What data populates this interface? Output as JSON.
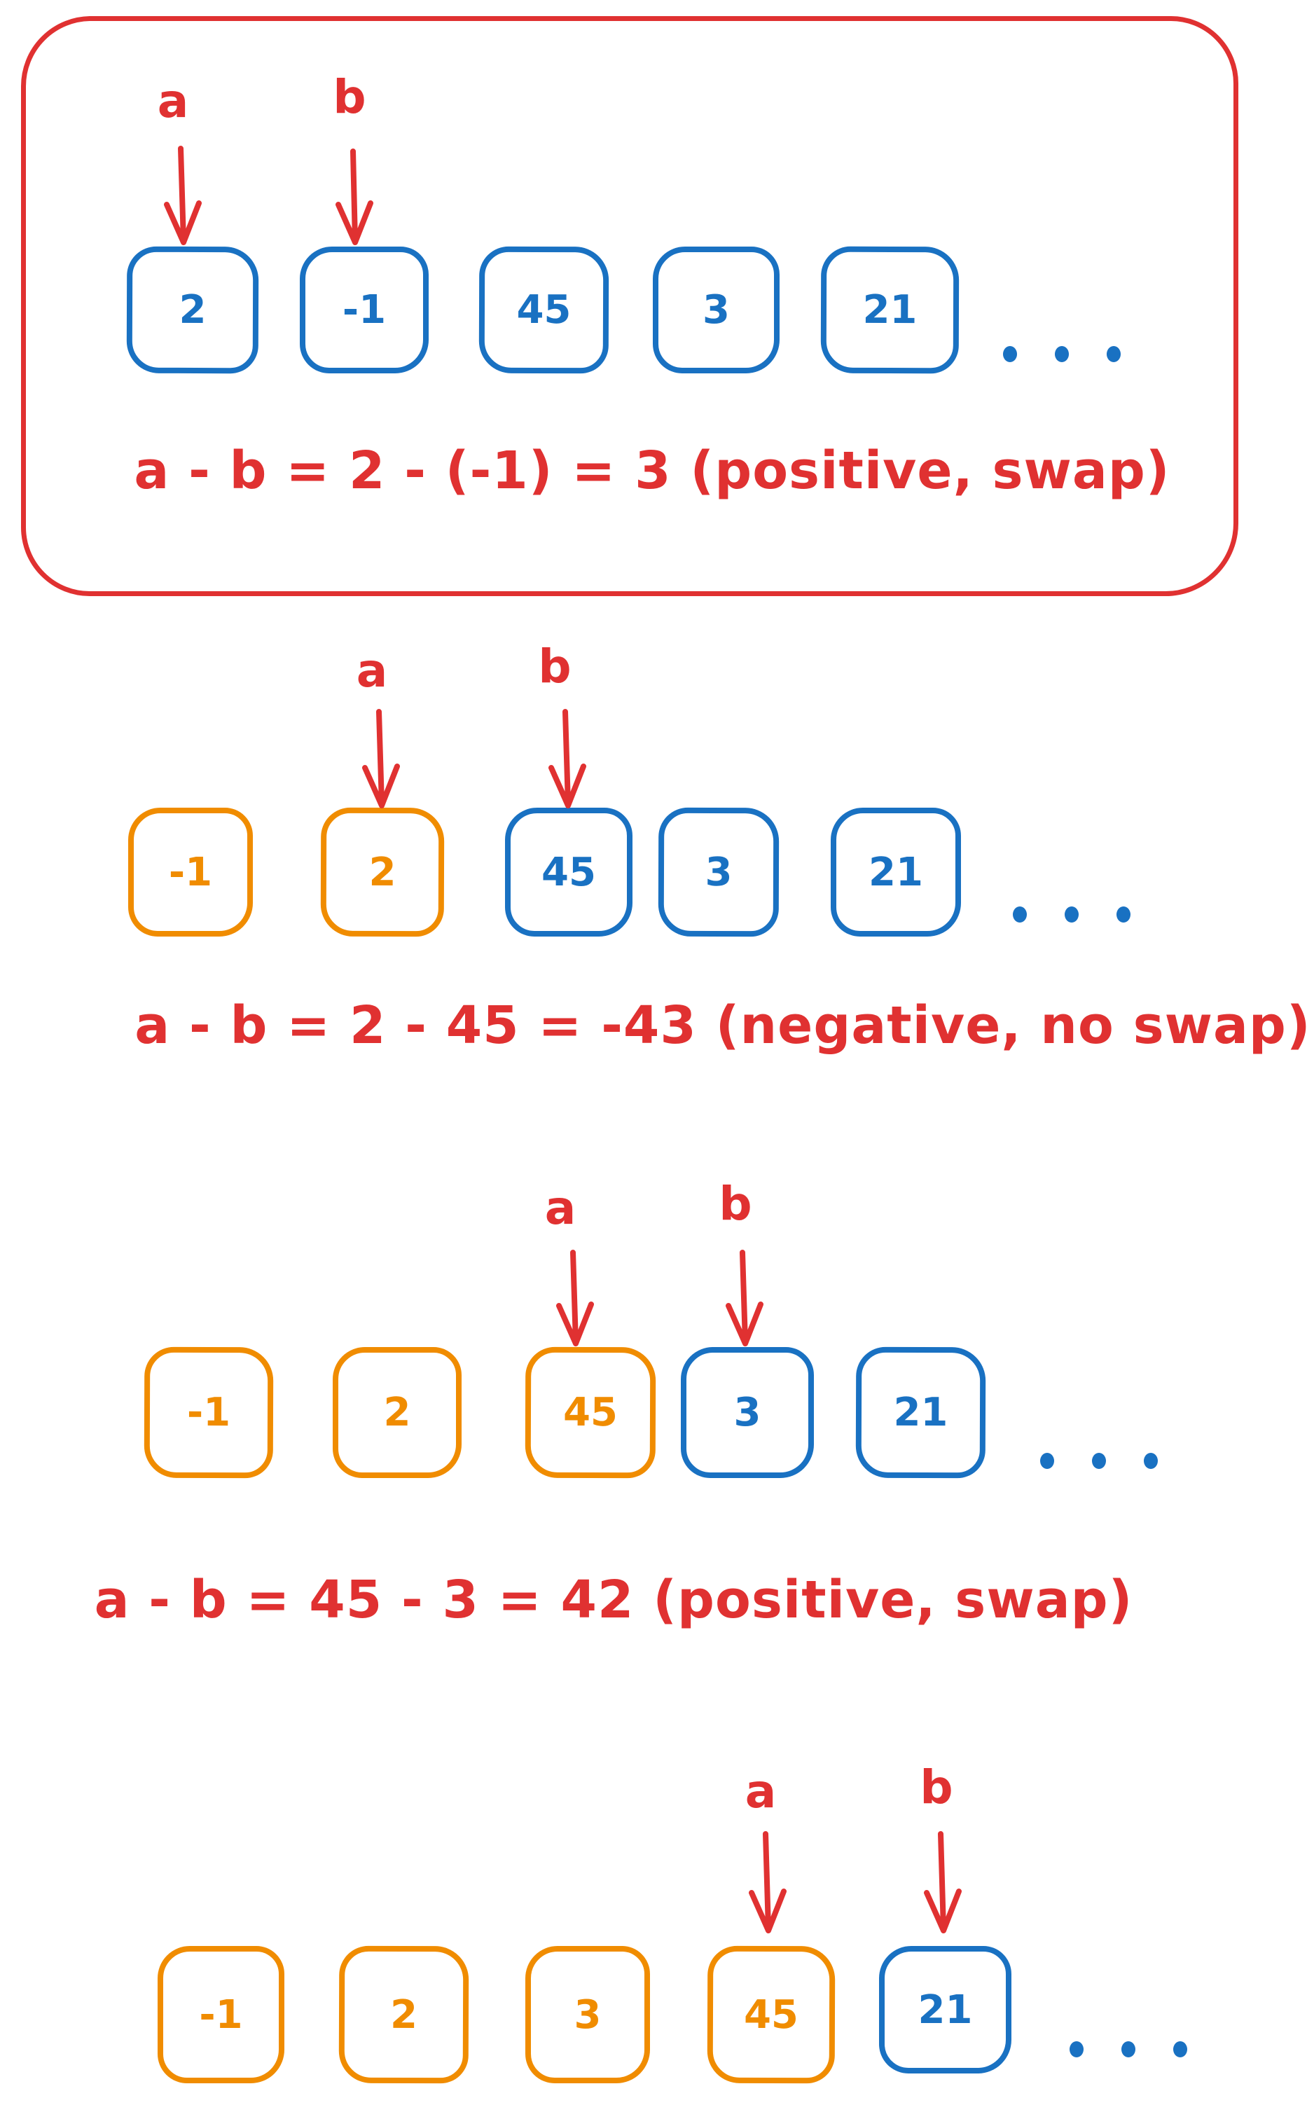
{
  "colors": {
    "red": "#e03131",
    "blue": "#1971c2",
    "orange": "#f08c00",
    "background": "#ffffff"
  },
  "sections": [
    {
      "pointer_a": "a",
      "pointer_b": "b",
      "cells": [
        {
          "value": "2",
          "color": "blue"
        },
        {
          "value": "-1",
          "color": "blue"
        },
        {
          "value": "45",
          "color": "blue"
        },
        {
          "value": "3",
          "color": "blue"
        },
        {
          "value": "21",
          "color": "blue"
        }
      ],
      "ellipsis": "...",
      "equation": "a - b = 2 - (-1) = 3 (positive, swap)",
      "framed": true
    },
    {
      "pointer_a": "a",
      "pointer_b": "b",
      "cells": [
        {
          "value": "-1",
          "color": "orange"
        },
        {
          "value": "2",
          "color": "orange"
        },
        {
          "value": "45",
          "color": "blue"
        },
        {
          "value": "3",
          "color": "blue"
        },
        {
          "value": "21",
          "color": "blue"
        }
      ],
      "ellipsis": "...",
      "equation": "a - b = 2 - 45 = -43 (negative, no swap)",
      "framed": false
    },
    {
      "pointer_a": "a",
      "pointer_b": "b",
      "cells": [
        {
          "value": "-1",
          "color": "orange"
        },
        {
          "value": "2",
          "color": "orange"
        },
        {
          "value": "45",
          "color": "orange"
        },
        {
          "value": "3",
          "color": "blue"
        },
        {
          "value": "21",
          "color": "blue"
        }
      ],
      "ellipsis": "...",
      "equation": "a - b = 45 - 3 = 42 (positive, swap)",
      "framed": false
    },
    {
      "pointer_a": "a",
      "pointer_b": "b",
      "cells": [
        {
          "value": "-1",
          "color": "orange"
        },
        {
          "value": "2",
          "color": "orange"
        },
        {
          "value": "3",
          "color": "orange"
        },
        {
          "value": "45",
          "color": "orange"
        },
        {
          "value": "21",
          "color": "blue"
        }
      ],
      "ellipsis": "...",
      "equation": "",
      "framed": false
    }
  ]
}
